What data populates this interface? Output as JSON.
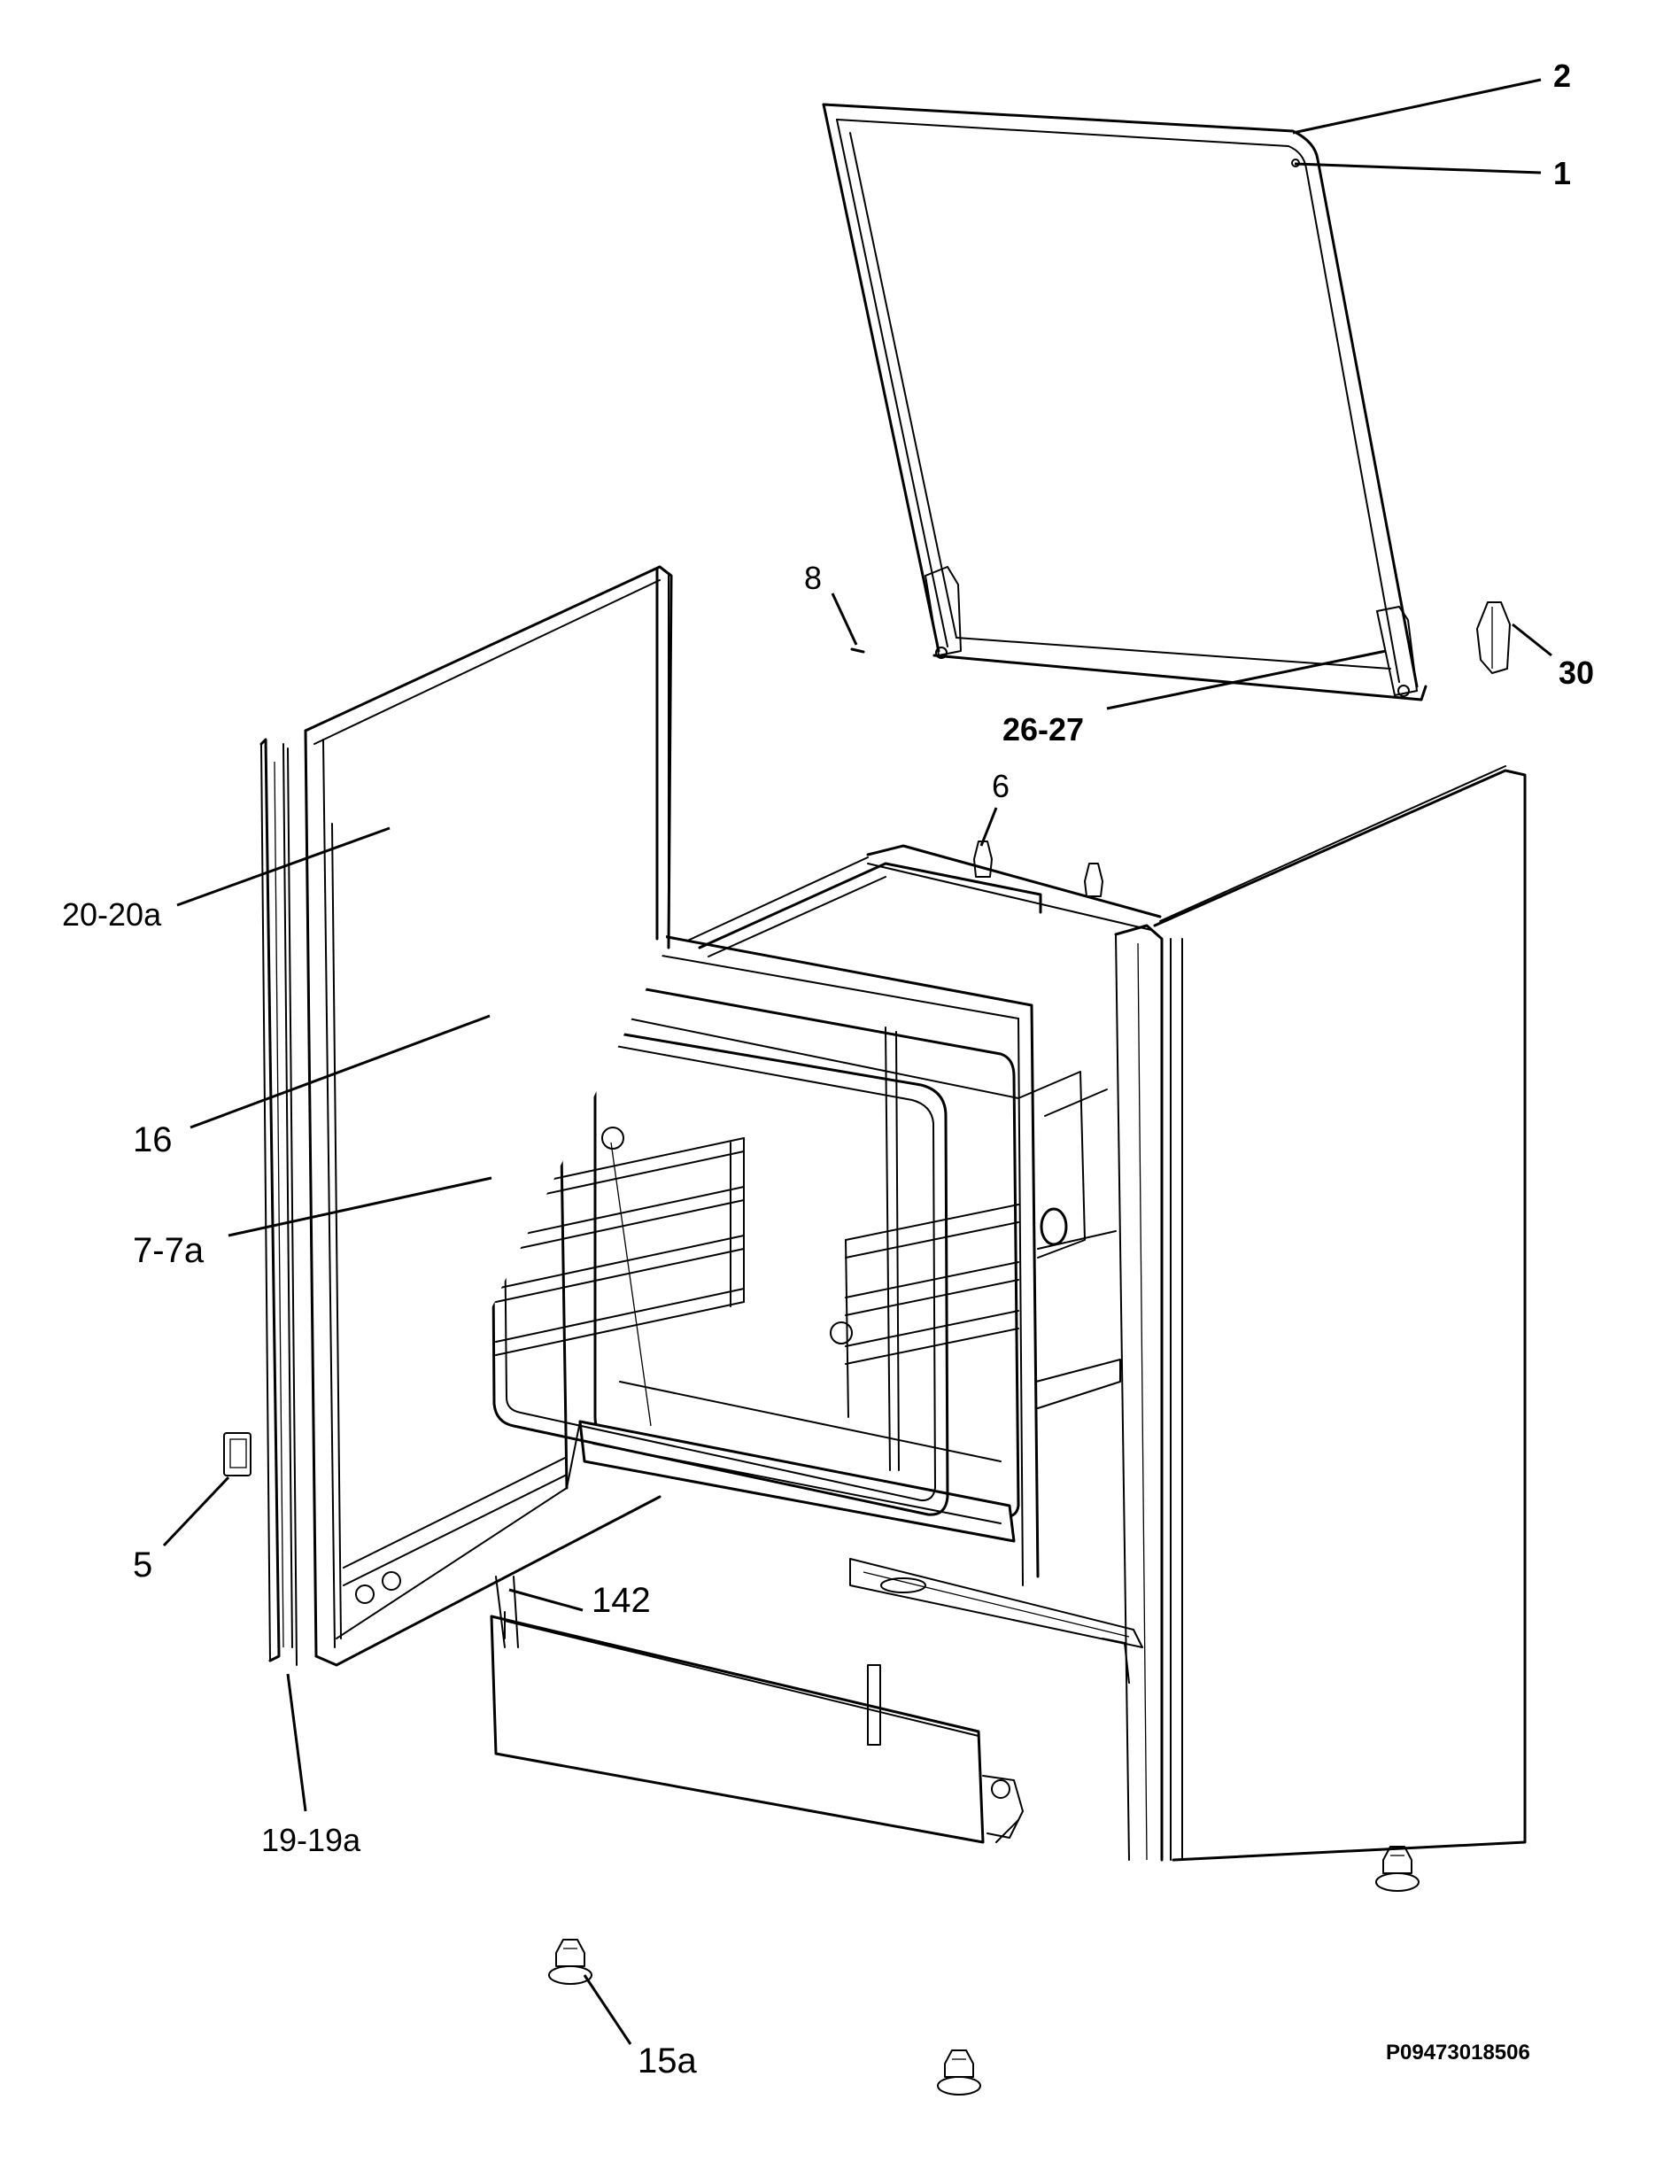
{
  "callouts": {
    "c1": "1",
    "c2": "2",
    "c5": "5",
    "c6": "6",
    "c7": "7-7a",
    "c8": "8",
    "c15a": "15a",
    "c16": "16",
    "c19": "19-19a",
    "c20": "20-20a",
    "c26": "26-27",
    "c30": "30",
    "c142": "142"
  },
  "reference_code": "P09473018506"
}
